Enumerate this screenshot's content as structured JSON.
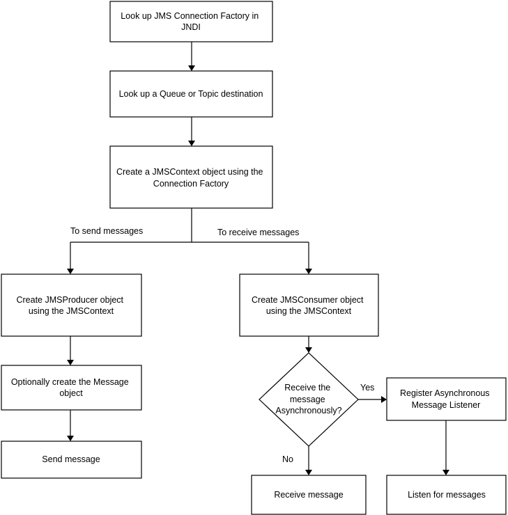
{
  "flowchart": {
    "nodes": {
      "lookup_factory": {
        "lines": [
          "Look up JMS Connection Factory in",
          "JNDI"
        ]
      },
      "lookup_destination": {
        "lines": [
          "Look up a Queue or Topic destination"
        ]
      },
      "create_context": {
        "lines": [
          "Create a JMSContext object using the",
          "Connection Factory"
        ]
      },
      "create_producer": {
        "lines": [
          "Create JMSProducer object",
          "using the JMSContext"
        ]
      },
      "create_message": {
        "lines": [
          "Optionally create the Message",
          "object"
        ]
      },
      "send_message": {
        "lines": [
          "Send message"
        ]
      },
      "create_consumer": {
        "lines": [
          "Create JMSConsumer object",
          "using the JMSContext"
        ]
      },
      "decision_async": {
        "lines": [
          "Receive the",
          "message",
          "Asynchronously?"
        ]
      },
      "register_listener": {
        "lines": [
          "Register Asynchronous",
          "Message Listener"
        ]
      },
      "receive_message": {
        "lines": [
          "Receive message"
        ]
      },
      "listen_messages": {
        "lines": [
          "Listen for messages"
        ]
      }
    },
    "edge_labels": {
      "to_send": "To send messages",
      "to_receive": "To receive messages",
      "yes": "Yes",
      "no": "No"
    }
  }
}
